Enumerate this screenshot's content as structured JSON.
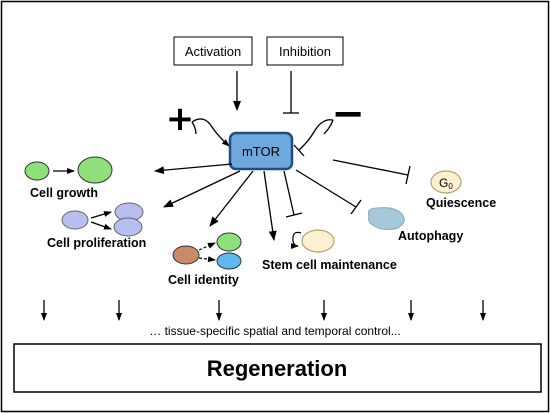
{
  "inputs": {
    "activation": "Activation",
    "inhibition": "Inhibition"
  },
  "hub": {
    "label": "mTOR",
    "fill_color": "#6fa8dc",
    "border_color": "#1f4e79"
  },
  "modulators": {
    "plus": "+",
    "minus": "−"
  },
  "processes": {
    "cell_growth": "Cell growth",
    "cell_proliferation": "Cell proliferation",
    "cell_identity": "Cell identity",
    "stem_cell_maintenance": "Stem cell maintenance",
    "autophagy": "Autophagy",
    "quiescence": "Quiescence",
    "g0_main": "G",
    "g0_sub": "0"
  },
  "footer": {
    "control_text": "… tissue-specific spatial and temporal control...",
    "regeneration": "Regeneration"
  },
  "colors": {
    "green_cell": "#8fe07a",
    "lavender_cell": "#b8bff0",
    "brown_cell": "#c98a6a",
    "light_green_cell": "#8fe07a",
    "sky_blue_cell": "#5fb8f0",
    "cream_cell": "#fdf0d0",
    "autophagy_blob": "#a7c8d8",
    "g0_cell": "#fdf0d0"
  }
}
